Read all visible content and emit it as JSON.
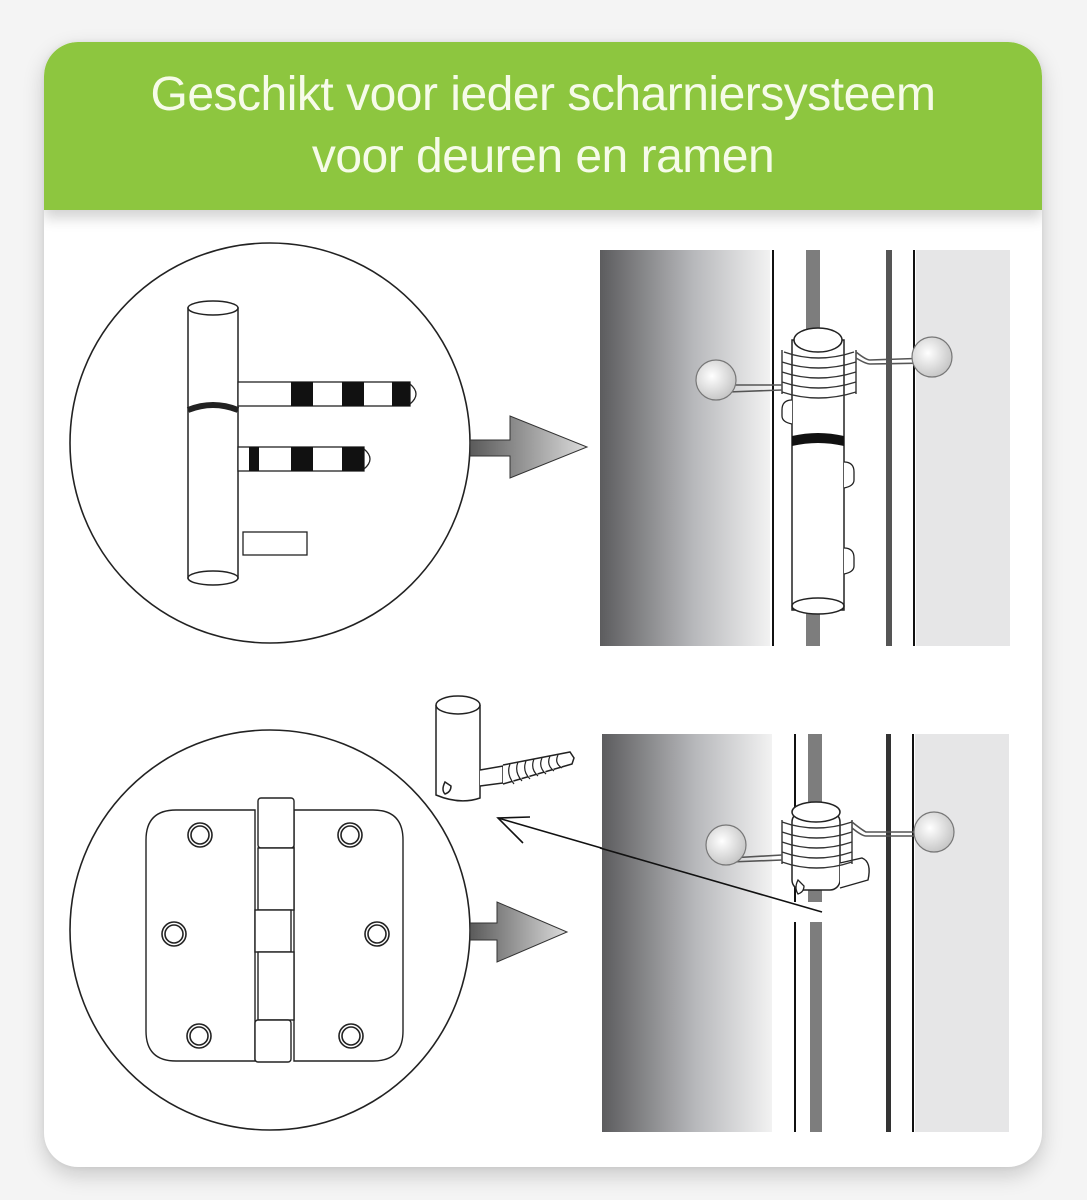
{
  "banner": {
    "line1": "Geschikt voor ieder scharniersysteem",
    "line2": "voor deuren en ramen",
    "background_color": "#8dc63f",
    "text_color": "#f6fbe9"
  },
  "illustrations": [
    {
      "name": "pin-hinge-detail",
      "shape": "circle",
      "position": "top-left"
    },
    {
      "name": "door-with-spring-on-pin-hinge",
      "position": "top-right"
    },
    {
      "name": "butt-hinge-detail",
      "shape": "circle",
      "position": "bottom-left"
    },
    {
      "name": "pin-with-screw-part",
      "position": "bottom-center"
    },
    {
      "name": "door-with-spring-on-butt-hinge",
      "position": "bottom-right"
    }
  ],
  "icons": {
    "arrow_top": "arrow-right-icon",
    "arrow_bottom": "arrow-right-icon",
    "pointer_arrow": "arrow-up-left-icon"
  }
}
